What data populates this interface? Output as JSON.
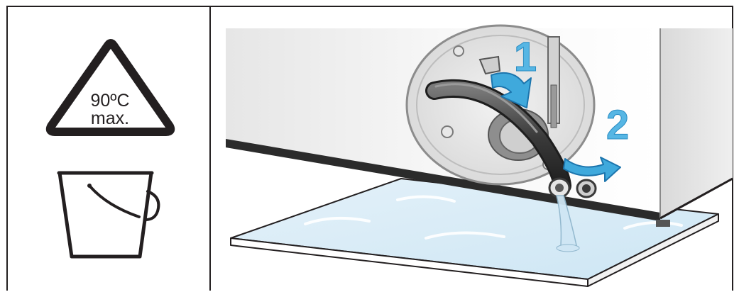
{
  "warning": {
    "line1": "90ºC",
    "line2": "max."
  },
  "steps": {
    "step1": "1",
    "step2": "2"
  },
  "icons": {
    "temperature": "hot-water-warning-triangle-icon",
    "bucket": "bucket-icon"
  },
  "colors": {
    "outline": "#231f20",
    "arrow_blue": "#3fa9dc",
    "step_number_blue": "#56b6e4",
    "water_blue": "#d8ecf7",
    "appliance_white": "#f4f4f4",
    "hose_dark": "#4a4a4a"
  }
}
